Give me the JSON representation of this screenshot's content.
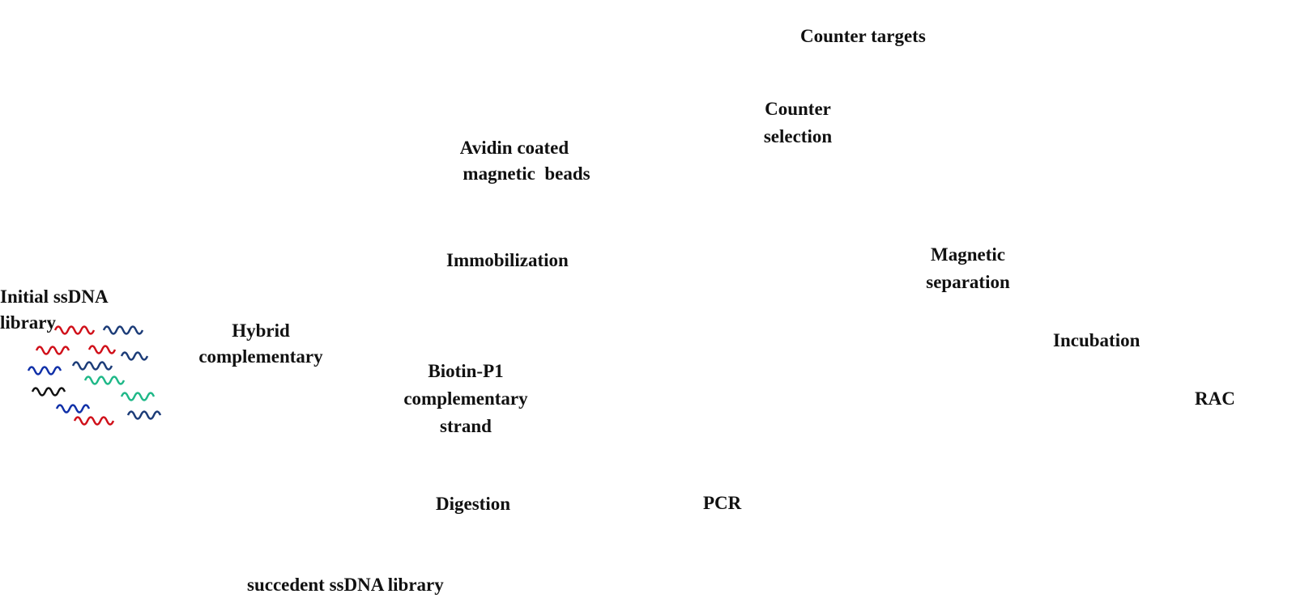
{
  "colors": {
    "red": "#d0101a",
    "blue": "#1030a8",
    "navy": "#1c3c78",
    "green": "#1fb888",
    "black": "#111111",
    "orange": "#f5a20a",
    "bead": "#3a3a3a",
    "arrow": "#1a1a1a"
  },
  "labels": {
    "initial_library": [
      "Initial ssDNA",
      "library"
    ],
    "hybrid": [
      "Hybrid",
      "complementary"
    ],
    "biotin": [
      "Biotin-P1",
      "complementary",
      "strand"
    ],
    "avidin": [
      "Avidin coated",
      "magnetic  beads"
    ],
    "immobilization": "Immobilization",
    "counter_targets": "Counter targets",
    "counter_selection": [
      "Counter",
      "selection"
    ],
    "magnetic_separation": [
      "Magnetic",
      "separation"
    ],
    "incubation": "Incubation",
    "rac": "RAC",
    "pcr": "PCR",
    "digestion": "Digestion",
    "succedent": "succedent ssDNA library"
  },
  "icons": [
    "ssdna-library-icon",
    "biotin-strand-icon",
    "hybrid-duplex-icon",
    "avidin-bead-icon",
    "bead-complex-icon",
    "counter-targets-icon",
    "magnet-icon",
    "tube-icon",
    "rac-target-icon",
    "dsdna-pcr-icon",
    "ssdna-output-icon"
  ]
}
